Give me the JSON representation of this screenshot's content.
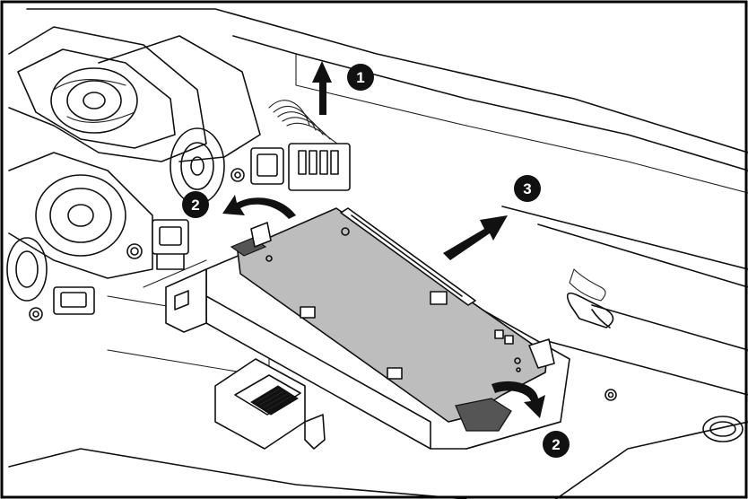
{
  "callouts": [
    {
      "id": "step-1",
      "label": "1"
    },
    {
      "id": "step-2-left",
      "label": "2"
    },
    {
      "id": "step-3",
      "label": "3"
    },
    {
      "id": "step-2-bottom",
      "label": "2"
    }
  ],
  "colors": {
    "line": "#111111",
    "board_fill": "#bdbdbd",
    "connector_fill": "#555555",
    "callout_fill": "#111111",
    "callout_text": "#ffffff"
  }
}
